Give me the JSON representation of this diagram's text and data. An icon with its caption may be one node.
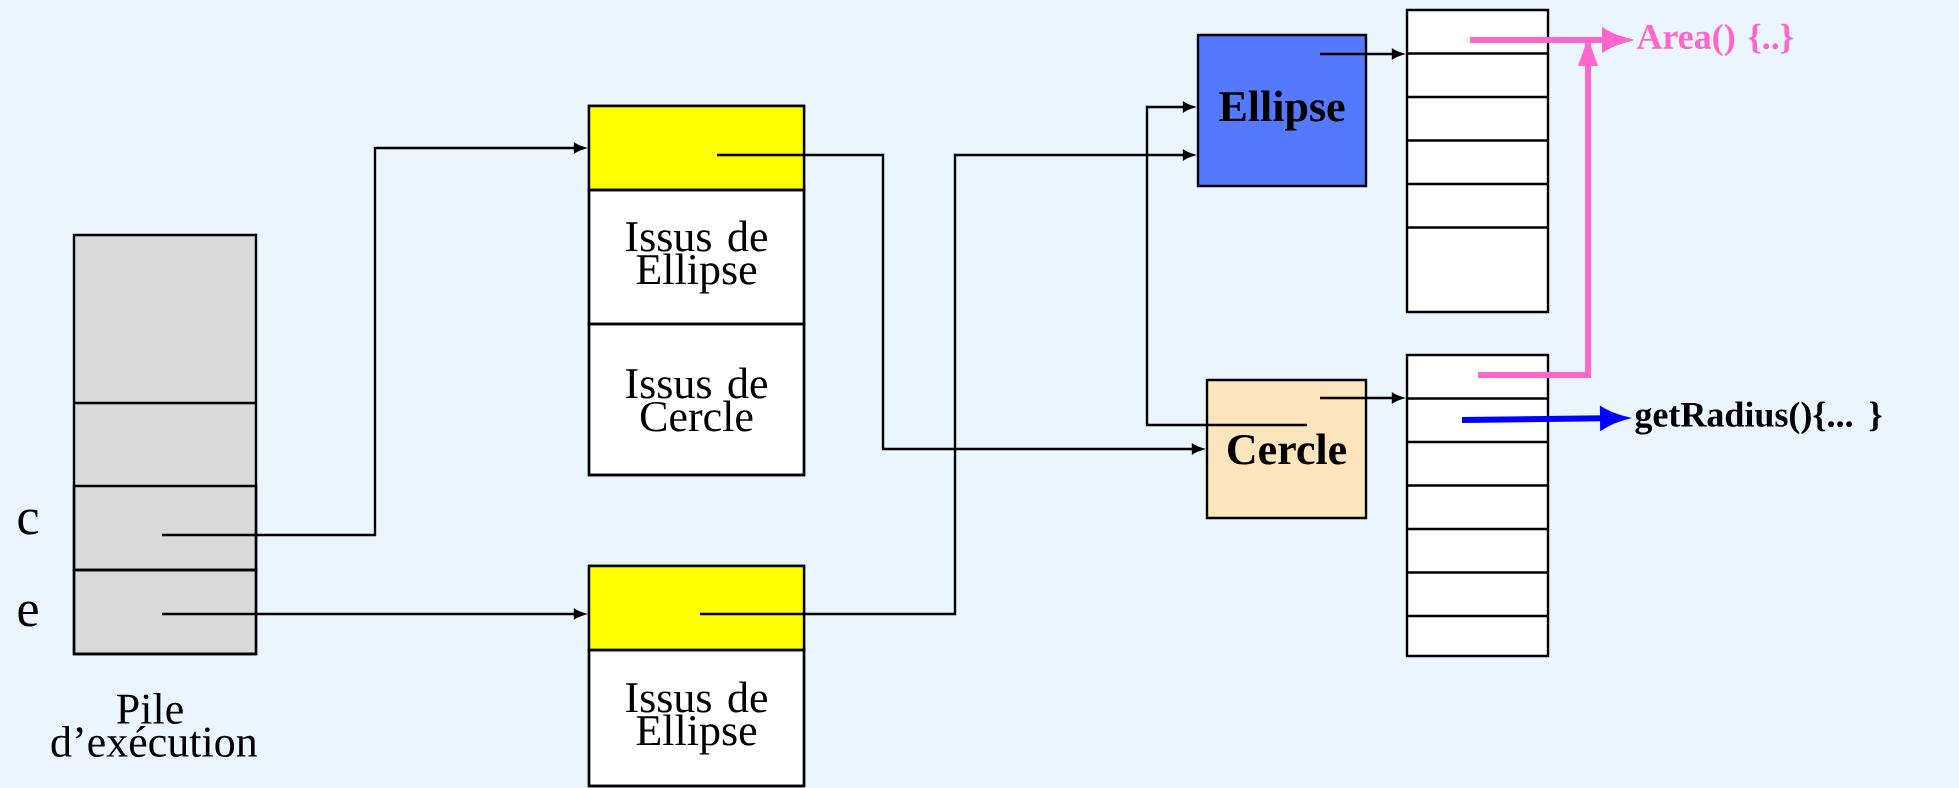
{
  "diagram": {
    "nodes": [
      {
        "text": [],
        "shape": "box",
        "beside": [
          "Pile d’exécution"
        ]
      },
      {
        "text": [],
        "shape": "box",
        "in": 0,
        "beside": [
          "c"
        ]
      },
      {
        "text": [],
        "shape": "box",
        "in": 0,
        "beside": [
          "e"
        ]
      },
      {
        "text": [],
        "shape": "box"
      },
      {
        "text": [],
        "shape": "box",
        "in": 3
      },
      {
        "text": [
          "Issus de Ellipse"
        ],
        "in": 3
      },
      {
        "text": [
          "Issus de Cercle"
        ],
        "in": 3
      },
      {
        "text": [],
        "shape": "box"
      },
      {
        "text": [],
        "shape": "box",
        "in": 7
      },
      {
        "text": [
          "Issus de Ellipse"
        ],
        "in": 7
      },
      {
        "text": [
          "Ellipse"
        ]
      },
      {
        "text": [
          "Cercle"
        ]
      },
      {
        "text": [],
        "shape": "box"
      },
      {
        "text": [],
        "shape": "box"
      },
      {
        "text": [
          "Area() {..}"
        ]
      },
      {
        "text": [
          "getRadius(){... }"
        ]
      }
    ],
    "edges": [
      {
        "from": 1,
        "to": 4,
        "arrow": "to"
      },
      {
        "from": 2,
        "to": 8,
        "arrow": "to"
      },
      {
        "from": 4,
        "to": 11,
        "arrow": "to"
      },
      {
        "from": 8,
        "to": 10,
        "arrow": "to"
      },
      {
        "from": 11,
        "to": 10,
        "arrow": "to"
      },
      {
        "from": 10,
        "to": 12,
        "arrow": "to"
      },
      {
        "from": 11,
        "to": 13,
        "arrow": "to"
      },
      {
        "from": 12,
        "to": 14,
        "arrow": "to",
        "style": "thick",
        "color": "#ff66cc"
      },
      {
        "from": 13,
        "to": 14,
        "arrow": "to",
        "style": "thick",
        "color": "#ff66cc"
      },
      {
        "from": 13,
        "to": 15,
        "arrow": "to",
        "style": "thick",
        "color": "#0000ff"
      }
    ]
  }
}
